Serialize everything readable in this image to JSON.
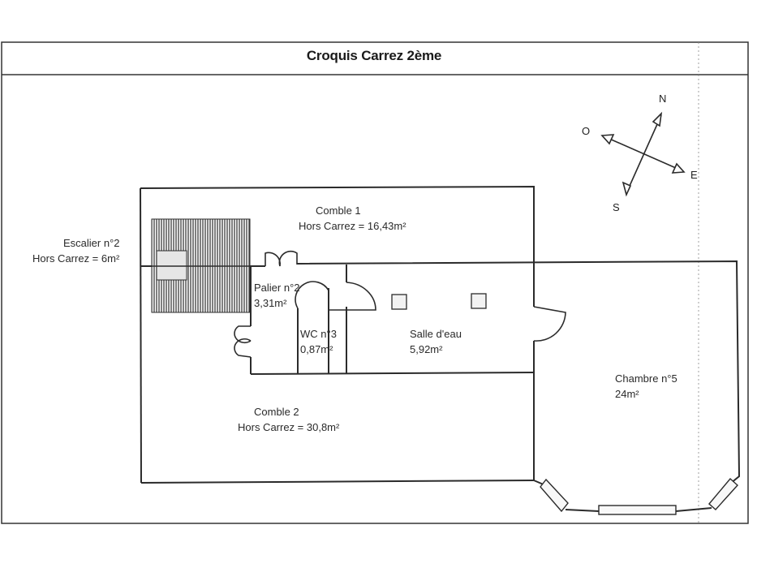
{
  "title": "Croquis Carrez 2ème",
  "compass": {
    "north": "N",
    "south": "S",
    "east": "E",
    "west": "O"
  },
  "rooms": {
    "comble1": {
      "name": "Comble 1",
      "area": "Hors Carrez = 16,43m²"
    },
    "escalier": {
      "name": "Escalier n°2",
      "area": "Hors Carrez = 6m²"
    },
    "palier": {
      "name": "Palier n°2",
      "area": "3,31m²"
    },
    "wc": {
      "name": "WC n°3",
      "area": "0,87m²"
    },
    "salle_eau": {
      "name": "Salle d'eau",
      "area": "5,92m²"
    },
    "chambre": {
      "name": "Chambre n°5",
      "area": "24m²"
    },
    "comble2": {
      "name": "Comble 2",
      "area": "Hors Carrez = 30,8m²"
    }
  },
  "colors": {
    "wall": "#2b2b2b",
    "hatch": "#555555",
    "frame": "#333333"
  }
}
